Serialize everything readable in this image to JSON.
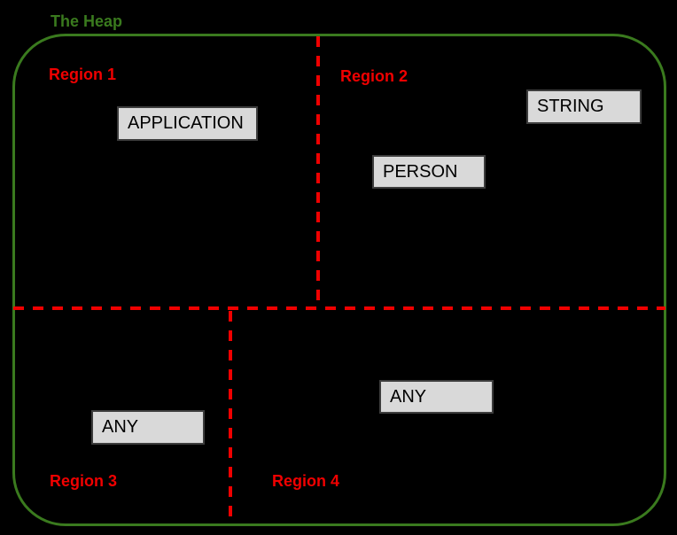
{
  "title": "The Heap",
  "colors": {
    "green": "#3a7a1e",
    "red": "#f00000",
    "box_fill": "#d9d9d9",
    "box_border": "#3d3d3d"
  },
  "regions": [
    {
      "label": "Region 1"
    },
    {
      "label": "Region 2"
    },
    {
      "label": "Region 3"
    },
    {
      "label": "Region 4"
    }
  ],
  "objects": [
    {
      "label": "APPLICATION",
      "region": "Region 1"
    },
    {
      "label": "STRING",
      "region": "Region 2"
    },
    {
      "label": "PERSON",
      "region": "Region 2"
    },
    {
      "label": "ANY",
      "region": "Region 3"
    },
    {
      "label": "ANY",
      "region": "Region 4"
    }
  ]
}
